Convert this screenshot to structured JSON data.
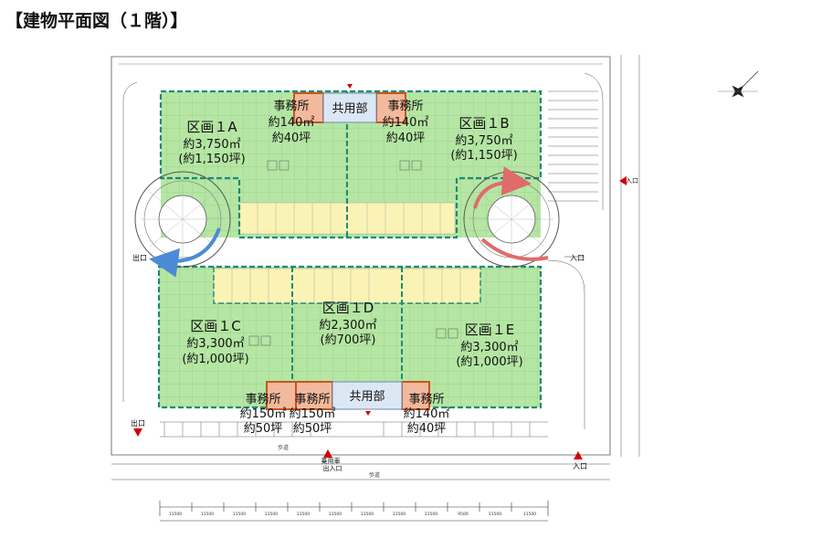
{
  "title": "【建物平面図（１階）】",
  "zones": [
    {
      "id": "1A",
      "name": "区画１A",
      "sqm": "約3,750㎡",
      "tsubo": "(約1,150坪)"
    },
    {
      "id": "1B",
      "name": "区画１B",
      "sqm": "約3,750㎡",
      "tsubo": "(約1,150坪)"
    },
    {
      "id": "1C",
      "name": "区画１C",
      "sqm": "約3,300㎡",
      "tsubo": "(約1,000坪)"
    },
    {
      "id": "1D",
      "name": "区画１D",
      "sqm": "約2,300㎡",
      "tsubo": "(約700坪)"
    },
    {
      "id": "1E",
      "name": "区画１E",
      "sqm": "約3,300㎡",
      "tsubo": "(約1,000坪)"
    }
  ],
  "offices": [
    {
      "label": "事務所",
      "sqm": "約140㎡",
      "tsubo": "約40坪"
    },
    {
      "label": "事務所",
      "sqm": "約140㎡",
      "tsubo": "約40坪"
    },
    {
      "label": "事務所",
      "sqm": "約150㎡",
      "tsubo": "約50坪"
    },
    {
      "label": "事務所",
      "sqm": "約150㎡",
      "tsubo": "約50坪"
    },
    {
      "label": "事務所",
      "sqm": "約140㎡",
      "tsubo": "約40坪"
    }
  ],
  "common_area": "共用部",
  "markers": {
    "exit": "出口",
    "entrance": "入口",
    "vehicle_access_line1": "乗用車",
    "vehicle_access_line2": "出入口",
    "sidewalk": "歩道"
  },
  "dimension_ticks": [
    "11500",
    "11500",
    "11500",
    "11500",
    "11500",
    "11500",
    "11500",
    "11500",
    "11500",
    "9500",
    "11500",
    "11500"
  ],
  "colors": {
    "zone_fill": "#b5e6a4",
    "zone_border": "#1e8a74",
    "office_fill": "#f2b99c",
    "office_border": "#c8541f",
    "common_fill": "#dbe7f4",
    "truck_berth_fill": "#fbf3b5",
    "arrow_blue": "#4d8ad6",
    "arrow_red": "#e06b6b",
    "marker_red": "#d40000"
  },
  "icons": {
    "compass": "compass-icon",
    "entry_marker": "red-triangle-icon"
  }
}
